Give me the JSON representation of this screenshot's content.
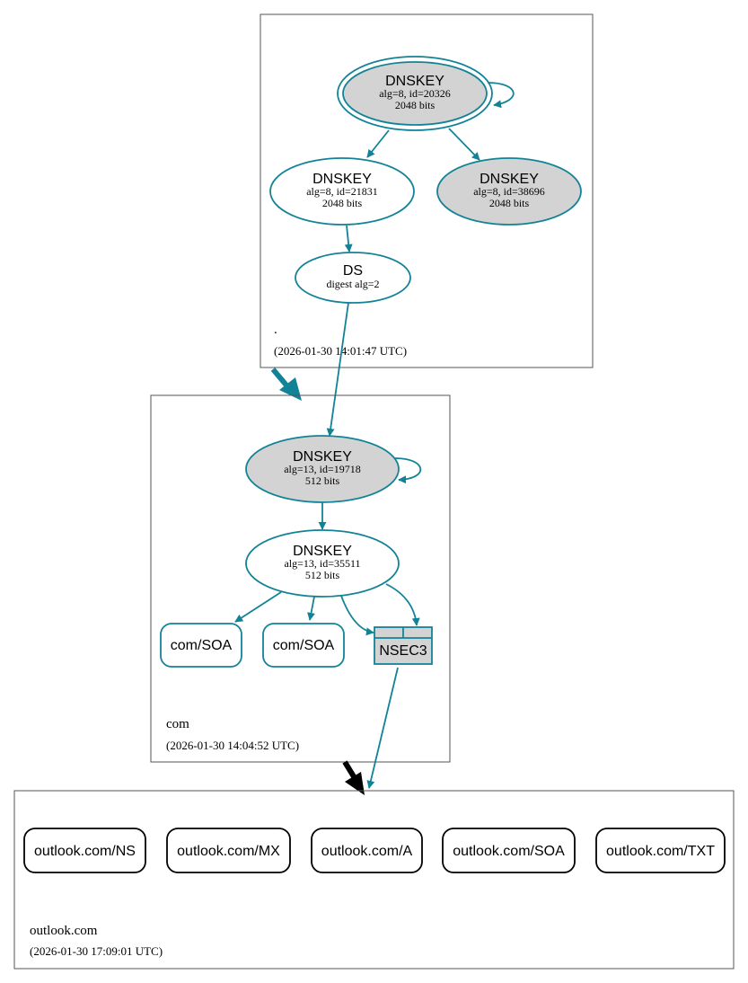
{
  "zones": {
    "root": {
      "name": ".",
      "timestamp": "(2026-01-30 14:01:47 UTC)"
    },
    "com": {
      "name": "com",
      "timestamp": "(2026-01-30 14:04:52 UTC)"
    },
    "outlook": {
      "name": "outlook.com",
      "timestamp": "(2026-01-30 17:09:01 UTC)"
    }
  },
  "root_nodes": {
    "ksk": {
      "title": "DNSKEY",
      "line1": "alg=8, id=20326",
      "line2": "2048 bits"
    },
    "zsk": {
      "title": "DNSKEY",
      "line1": "alg=8, id=21831",
      "line2": "2048 bits"
    },
    "key3": {
      "title": "DNSKEY",
      "line1": "alg=8, id=38696",
      "line2": "2048 bits"
    },
    "ds": {
      "title": "DS",
      "line1": "digest alg=2"
    }
  },
  "com_nodes": {
    "ksk": {
      "title": "DNSKEY",
      "line1": "alg=13, id=19718",
      "line2": "512 bits"
    },
    "zsk": {
      "title": "DNSKEY",
      "line1": "alg=13, id=35511",
      "line2": "512 bits"
    },
    "soa1": {
      "label": "com/SOA"
    },
    "soa2": {
      "label": "com/SOA"
    },
    "nsec3": {
      "label": "NSEC3"
    }
  },
  "outlook_records": [
    {
      "label": "outlook.com/NS"
    },
    {
      "label": "outlook.com/MX"
    },
    {
      "label": "outlook.com/A"
    },
    {
      "label": "outlook.com/SOA"
    },
    {
      "label": "outlook.com/TXT"
    }
  ],
  "colors": {
    "edge": "#128396",
    "signed_fill": "#d3d3d3",
    "delegation_arrow": "#000000"
  }
}
